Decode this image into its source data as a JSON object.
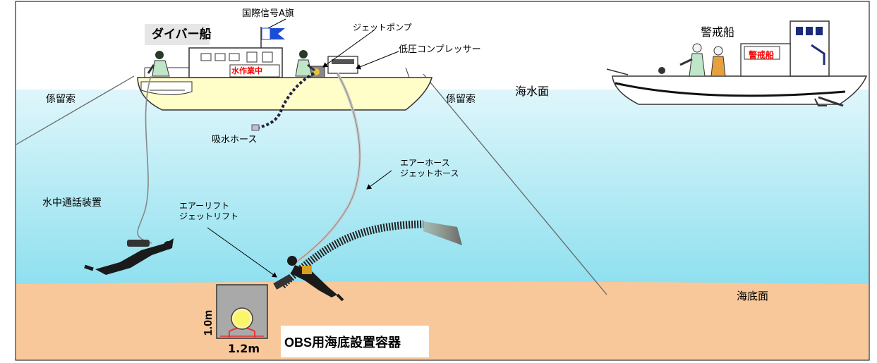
{
  "labels": {
    "signal_flag": "国際信号A旗",
    "diver_boat": "ダイバー船",
    "jet_pump": "ジェットポンプ",
    "compressor": "低圧コンプレッサー",
    "guard_boat": "警戒船",
    "guard_boat_sign": "警戒船",
    "sea_surface": "海水面",
    "mooring_left": "係留索",
    "mooring_right": "係留索",
    "working_sign": "水作業中",
    "intake_hose": "吸水ホース",
    "air_jet_hose_1": "エアーホース",
    "air_jet_hose_2": "ジェットホース",
    "underwater_comm": "水中通話装置",
    "air_jet_lift_1": "エアーリフト",
    "air_jet_lift_2": "ジェットリフト",
    "seabed": "海底面",
    "height": "1.0m",
    "width": "1.2m",
    "container": "OBS用海底設置容器"
  },
  "colors": {
    "sky": "#ffffff",
    "water_top": "#d6f3fa",
    "water_bottom": "#8fe0ef",
    "seabed": "#f8c89a",
    "boat_hull": "#fffdc8",
    "container": "#a9a9a9",
    "warning_red": "#ff0000"
  }
}
